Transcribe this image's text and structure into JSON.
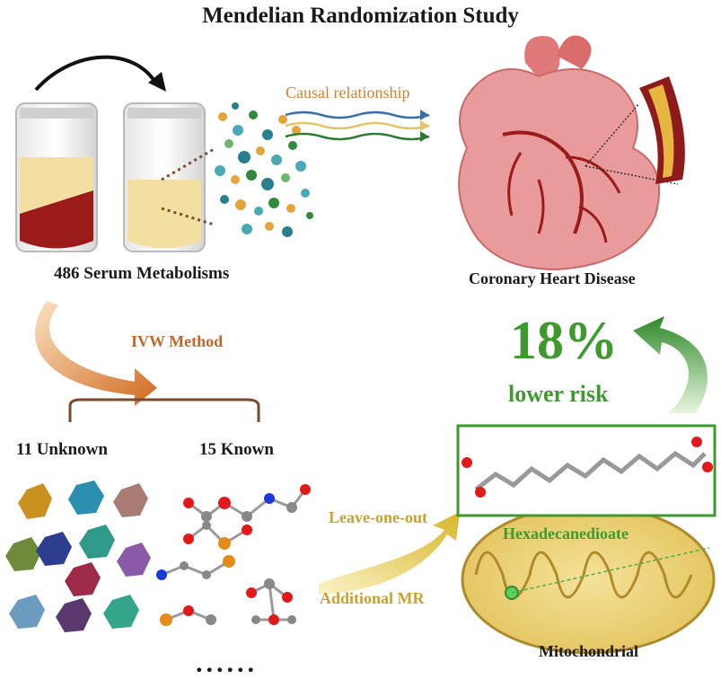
{
  "title": "Mendelian Randomization Study",
  "labels": {
    "serum": "486 Serum Metabolisms",
    "chd": "Coronary Heart Disease",
    "causal": "Causal relationship",
    "ivw": "IVW Method",
    "unknown": "11 Unknown",
    "known": "15 Known",
    "percent": "18%",
    "risk": "lower risk",
    "leave_one_out": "Leave-one-out",
    "additional_mr": "Additional MR",
    "metabolite": "Hexadecanedioate",
    "mitochondrial": "Mitochondrial",
    "ellipsis": "......"
  },
  "colors": {
    "accent_green": "#3e9a2e",
    "accent_orange": "#c0672a",
    "accent_gold": "#c9a22b",
    "blood": "#9b1b1b",
    "serum": "#f3dfa2",
    "heart": "#e99a9a"
  },
  "icons": [
    "test-tube-icon",
    "heart-icon",
    "artery-icon",
    "molecule-icon",
    "mitochondrion-icon"
  ]
}
